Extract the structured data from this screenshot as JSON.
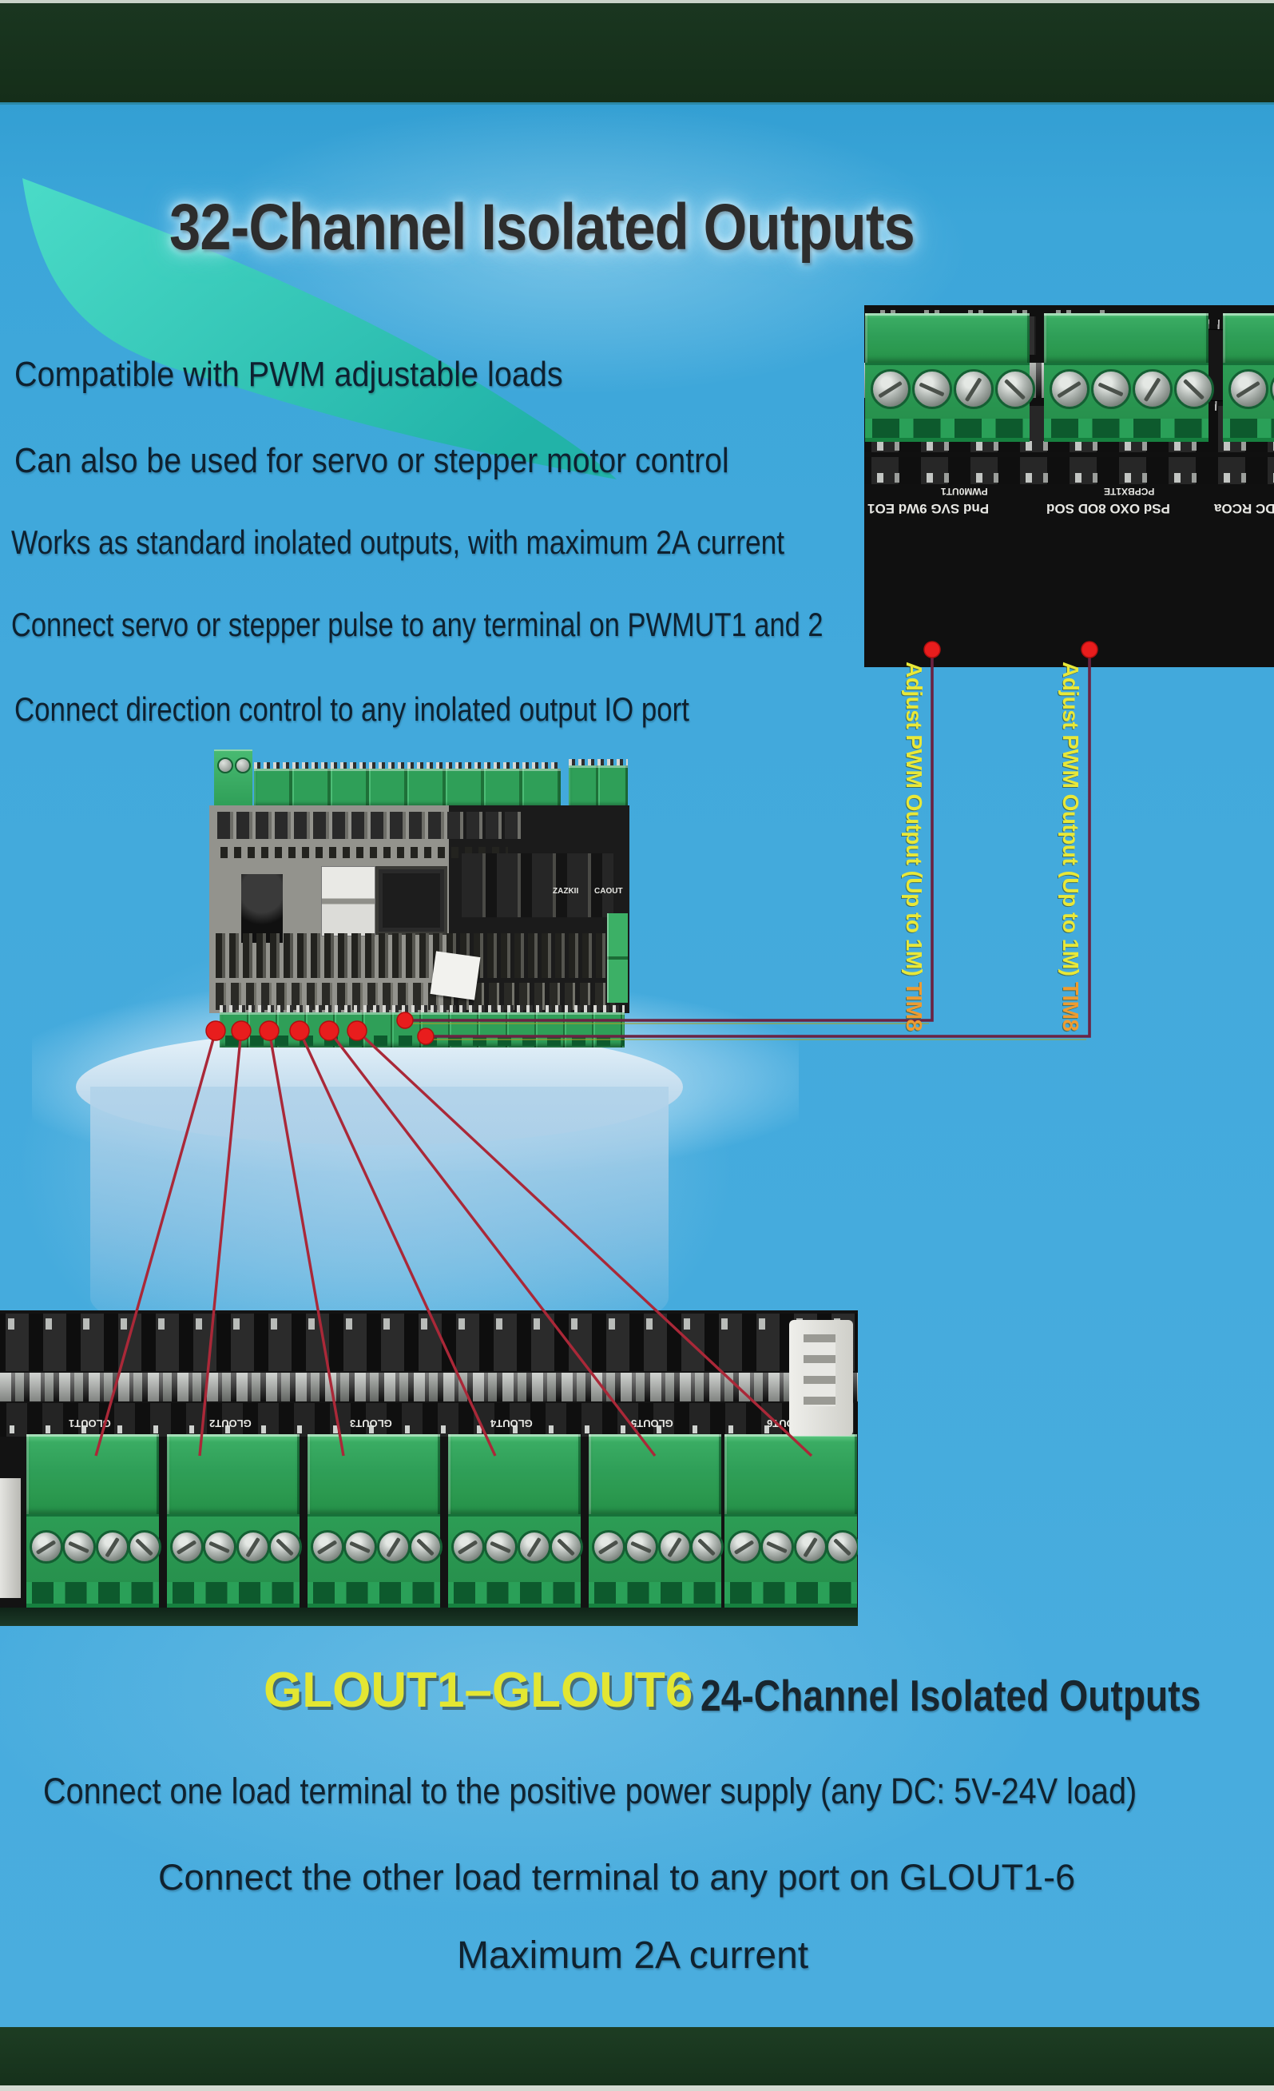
{
  "header": {
    "title": "32-Channel Isolated Outputs"
  },
  "features": [
    "Compatible with PWM adjustable loads",
    "Can also be used for servo or stepper motor control",
    "Works as standard inolated outputs, with maximum 2A current",
    "Connect servo or stepper pulse to any terminal on PWMUT1 and 2",
    "Connect direction control to any inolated output IO port"
  ],
  "pwm_annotations": [
    {
      "label": "Adjust PWM Output (Up to 1M) ",
      "timer": "TIM8"
    },
    {
      "label": "Adjust PWM Output (Up to 1M) ",
      "timer": "TIM8"
    }
  ],
  "bottom_section": {
    "range_label": "GLOUT1–GLOUT6",
    "subtitle": "24-Channel Isolated Outputs",
    "lines": [
      "Connect one load terminal to the positive power supply (any DC: 5V-24V load)",
      "Connect the other load terminal to any port on GLOUT1-6",
      "Maximum 2A current"
    ]
  },
  "silkscreen": {
    "top_right": [
      "Pnd SVG 9Wd EO1",
      "PWM0UT1",
      "PSd OXO 8OD SOd",
      "PCPBX1TE",
      "ACDC RCOa"
    ],
    "middle": [
      "ZAZKII",
      "CAOUT"
    ],
    "bottom": [
      "GLOUT1",
      "GLOUT2",
      "GLOUT3",
      "GLOUT4",
      "GLOUT5",
      "GLOUT6"
    ]
  },
  "colors": {
    "background_blue": "#42a9dc",
    "bar_green": "#16311b",
    "terminal_green": "#2f9f58",
    "annotation_yellow": "#e8e838",
    "annotation_orange": "#ee9b30",
    "marker_red": "#e81d1d",
    "line_red": "#aa2838",
    "swoosh_teal": "#35d3b8",
    "title_text": "#2d2d2d",
    "body_text": "#0e2130"
  }
}
